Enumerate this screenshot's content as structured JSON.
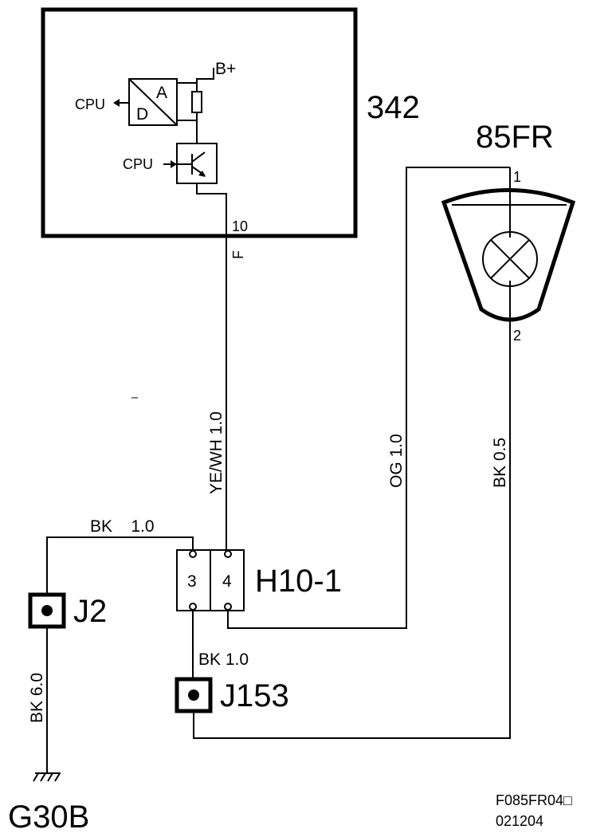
{
  "components": {
    "ecu": {
      "id": "342",
      "pin": "10",
      "pin_signal": "F",
      "supply": "B+",
      "cpu_output": "CPU",
      "cpu_input": "CPU",
      "adc_a": "A",
      "adc_d": "D"
    },
    "lamp": {
      "id": "85FR",
      "pin1": "1",
      "pin2": "2"
    },
    "connector": {
      "id": "H10-1",
      "pin3": "3",
      "pin4": "4"
    },
    "splice_j2": {
      "id": "J2"
    },
    "splice_j153": {
      "id": "J153"
    },
    "ground": {
      "id": "G30B"
    }
  },
  "wires": {
    "ye_wh": "YE/WH  1.0",
    "og": "OG  1.0",
    "bk_lamp": "BK  0.5",
    "bk_top": "BK    1.0",
    "bk_j153": "BK 1.0",
    "bk_ground": "BK  6.0"
  },
  "footer": {
    "code": "F085FR04□",
    "date": "021204"
  }
}
